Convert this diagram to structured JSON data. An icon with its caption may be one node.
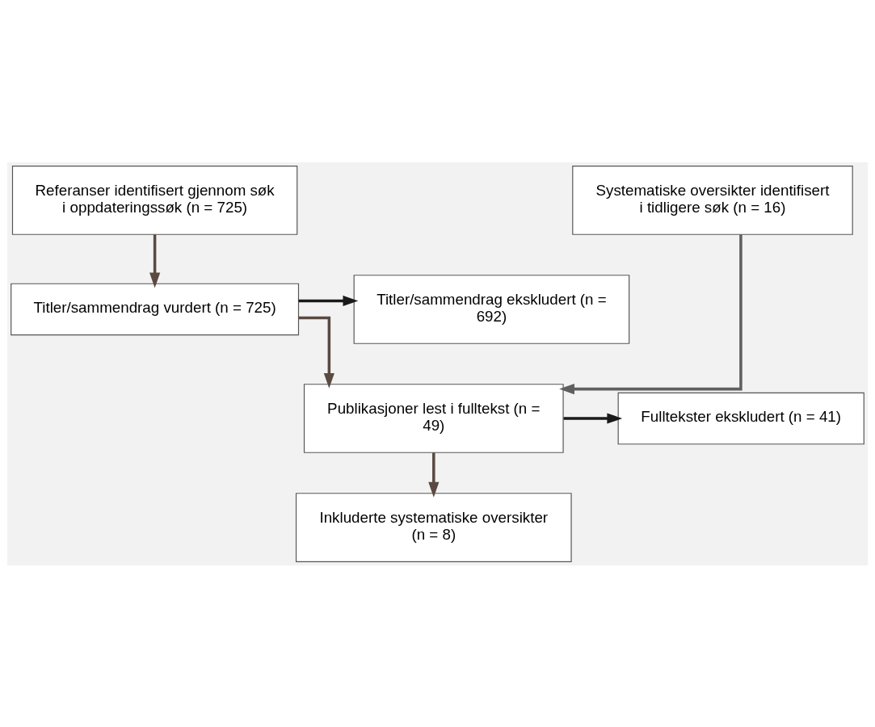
{
  "diagram": {
    "nodes": [
      {
        "text": [
          "Referanser identifisert gjennom søk i oppdateringssøk (n = 725)"
        ]
      },
      {
        "text": [
          "Systematiske oversikter identifisert i tidligere søk (n = 16)"
        ]
      },
      {
        "text": [
          "Titler/sammendrag vurdert (n = 725)"
        ]
      },
      {
        "text": [
          "Titler/sammendrag ekskludert (n = 692)"
        ]
      },
      {
        "text": [
          "Publikasjoner lest i fulltekst (n = 49)"
        ]
      },
      {
        "text": [
          "Fulltekster ekskludert (n = 41)"
        ]
      },
      {
        "text": [
          "Inkluderte systematiske oversikter (n = 8)"
        ]
      }
    ],
    "edges": [
      {
        "from": 0,
        "to": 2,
        "arrow": "to"
      },
      {
        "from": 2,
        "to": 4,
        "arrow": "to"
      },
      {
        "from": 2,
        "to": 3,
        "arrow": "to",
        "color": "#1a1a1a"
      },
      {
        "from": 1,
        "to": 4,
        "arrow": "to",
        "color": "#5f5f5f"
      },
      {
        "from": 4,
        "to": 6,
        "arrow": "to"
      },
      {
        "from": 4,
        "to": 5,
        "arrow": "to",
        "color": "#1a1a1a"
      }
    ]
  }
}
